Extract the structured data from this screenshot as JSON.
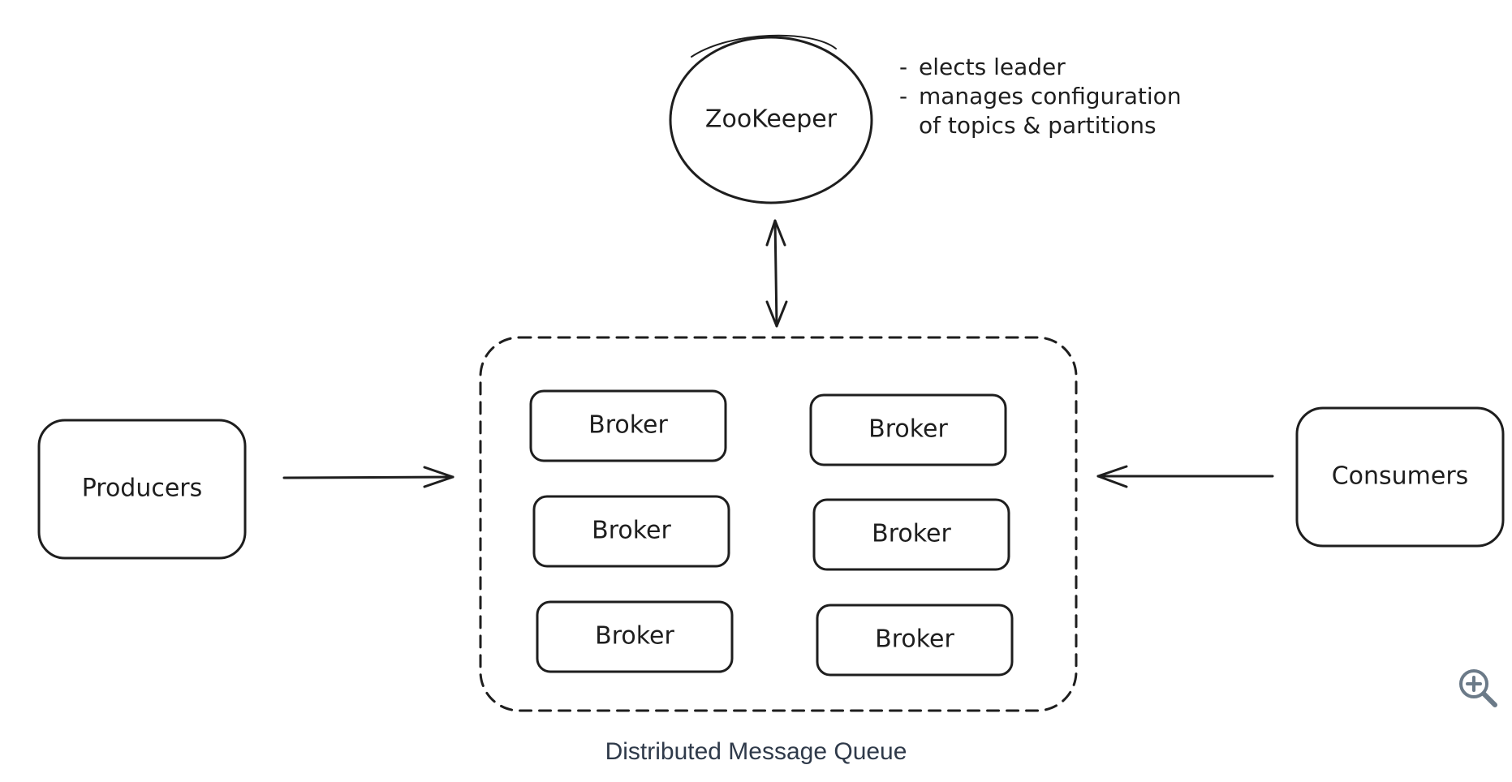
{
  "diagram": {
    "zookeeper": {
      "label": "ZooKeeper"
    },
    "notes": [
      {
        "prefix": "-",
        "text": "elects leader"
      },
      {
        "prefix": "-",
        "text": "manages configuration"
      },
      {
        "prefix": "",
        "text": "of topics & partitions"
      }
    ],
    "producers": {
      "label": "Producers"
    },
    "consumers": {
      "label": "Consumers"
    },
    "brokers": [
      "Broker",
      "Broker",
      "Broker",
      "Broker",
      "Broker",
      "Broker"
    ],
    "caption": "Distributed Message Queue"
  },
  "toolbar": {
    "zoom_icon": "zoom-in-icon"
  },
  "colors": {
    "stroke": "#1e1e1e",
    "caption": "#2f3a4a",
    "zoom_icon": "#6b7a88"
  }
}
